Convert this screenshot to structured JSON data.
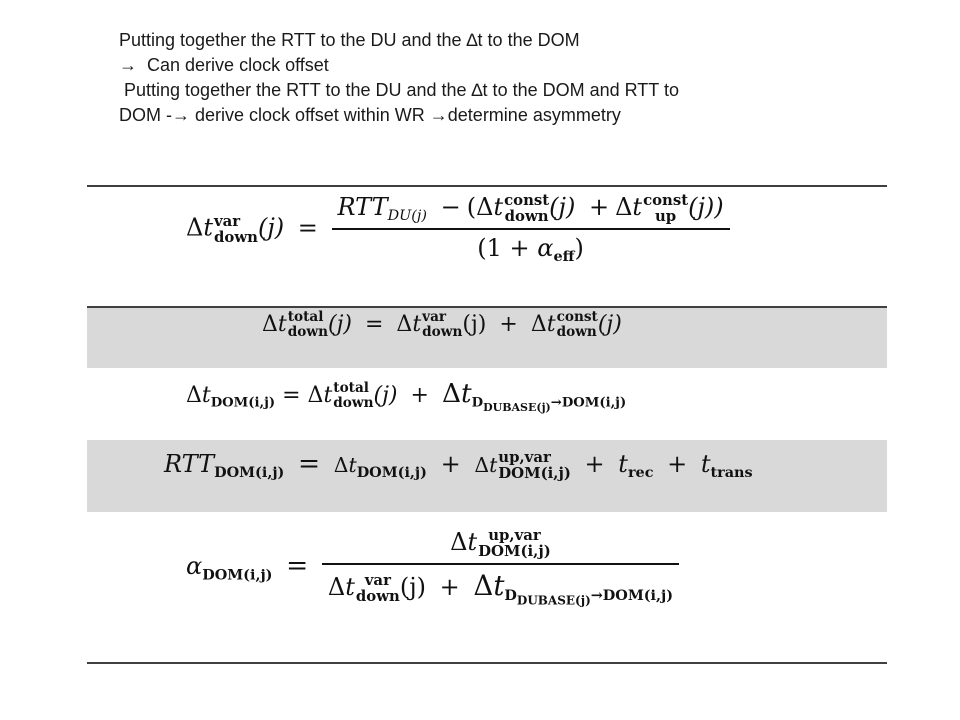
{
  "notes": {
    "line1": "Putting together the RTT to the DU and the ∆t to the DOM",
    "line2_arrow": "→",
    "line2_text": "Can derive clock offset",
    "line3": " Putting together the RTT to the DU and the ∆t to the DOM and RTT to",
    "line4_a": "DOM -",
    "line4_arrow1": "→",
    "line4_b": "derive clock offset within WR",
    "line4_arrow2": "→",
    "line4_c": "determine asymmetry"
  },
  "eq1": {
    "lhs_delta": "Δ",
    "lhs_t": "t",
    "lhs_sup": "var",
    "lhs_sub": "down",
    "lhs_arg": "(j)",
    "eq": "=",
    "num_rtt": "RTT",
    "num_rtt_sub": "DU(j)",
    "num_minus": "−",
    "num_open": "(Δ",
    "num_t1": "t",
    "num_t1_sup": "const",
    "num_t1_sub": "down",
    "num_t1_arg": "(j)",
    "num_plus": "+",
    "num_delta2": "Δ",
    "num_t2": "t",
    "num_t2_sup": "const",
    "num_t2_sub": "up",
    "num_t2_arg": "(j))",
    "den_open": "(1 +",
    "den_alpha": "α",
    "den_alpha_sub": "eff",
    "den_close": ")"
  },
  "eq2": {
    "delta": "Δ",
    "t": "t",
    "sup": "total",
    "sub": "down",
    "arg": "(j)",
    "eq": "=",
    "t2_delta": "Δ",
    "t2": "t",
    "t2_sup": "var",
    "t2_sub": "down",
    "t2_arg": "(j)",
    "plus": "+",
    "t3_delta": "Δ",
    "t3": "t",
    "t3_sup": "const",
    "t3_sub": "down",
    "t3_arg": "(j)"
  },
  "eq3": {
    "delta": "Δ",
    "t": "t",
    "sub": "DOM(i,j)",
    "eq": "=",
    "t2_delta": "Δ",
    "t2": "t",
    "t2_sup": "total",
    "t2_sub": "down",
    "t2_arg": "(j)",
    "plus": "+",
    "t3_delta": "Δ",
    "t3": "t",
    "t3_sub_main": "D",
    "t3_sub_inner": "DUBASE(j)",
    "t3_sub_tail": "→DOM(i,j)"
  },
  "eq4": {
    "rtt": "RTT",
    "rtt_sub": "DOM(i,j)",
    "eq": "=",
    "t1_delta": "Δ",
    "t1": "t",
    "t1_sub": "DOM(i,j)",
    "plus1": "+",
    "t2_delta": "Δ",
    "t2": "t",
    "t2_sup": "up,var",
    "t2_sub": "DOM(i,j)",
    "plus2": "+",
    "t3": "t",
    "t3_sub": "rec",
    "plus3": "+",
    "t4": "t",
    "t4_sub": "trans"
  },
  "eq5": {
    "alpha": "α",
    "alpha_sub": "DOM(i,j)",
    "eq": "=",
    "num_delta": "Δ",
    "num_t": "t",
    "num_sup": "up,var",
    "num_sub": "DOM(i,j)",
    "den_delta": "Δ",
    "den_t": "t",
    "den_sup": "var",
    "den_sub": "down",
    "den_arg": "(j)",
    "den_plus": "+",
    "den_delta2": "Δ",
    "den_t2": "t",
    "den_sub_main": "D",
    "den_sub_inner": "DUBASE(j)",
    "den_sub_tail": "→DOM(i,j)"
  }
}
